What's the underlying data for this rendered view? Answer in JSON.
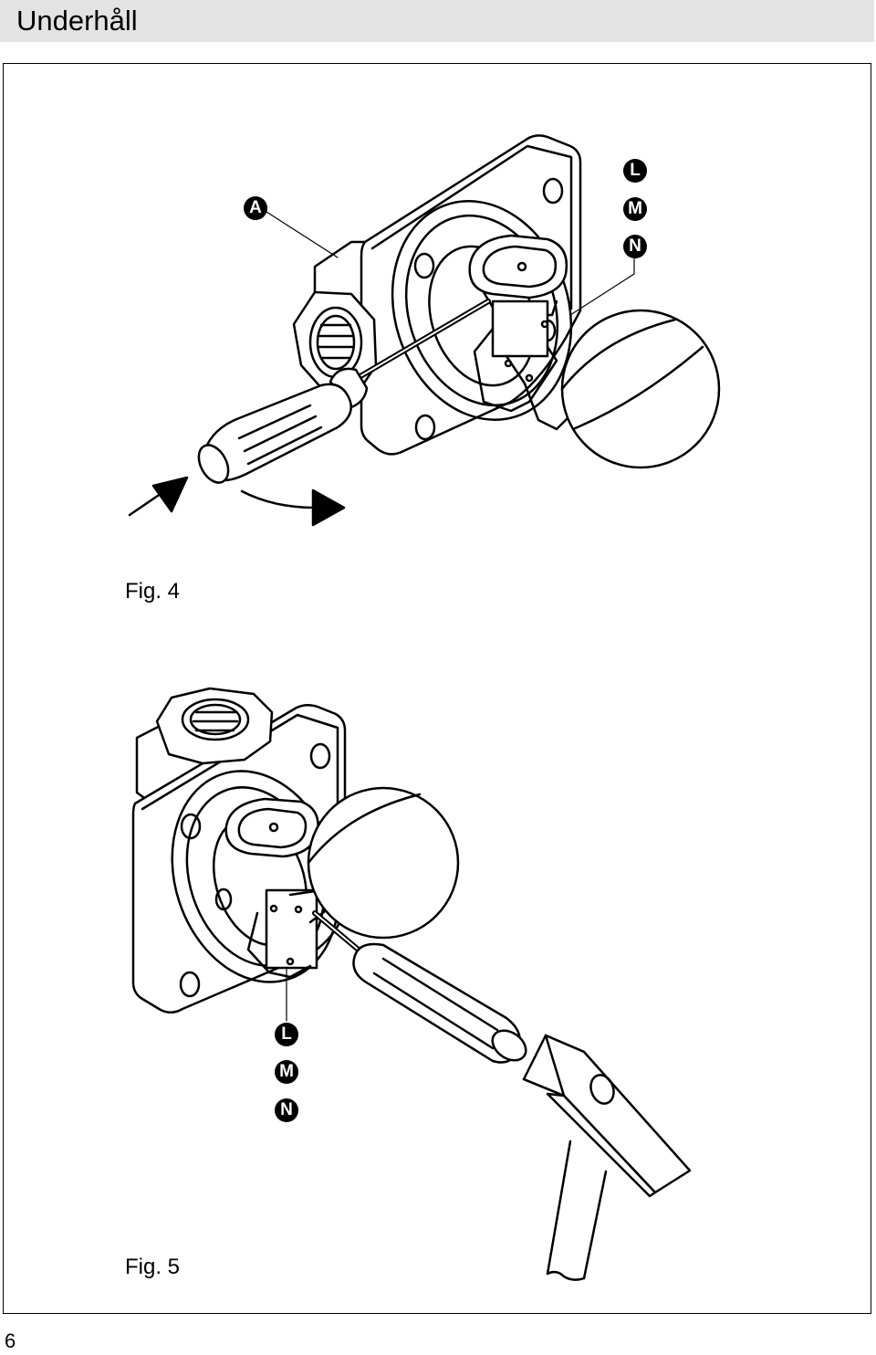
{
  "header": {
    "title": "Underhåll"
  },
  "figures": [
    {
      "caption": "Fig. 4",
      "callouts": [
        "A",
        "L",
        "M",
        "N"
      ]
    },
    {
      "caption": "Fig. 5",
      "callouts": [
        "L",
        "M",
        "N"
      ]
    }
  ],
  "page_number": "6"
}
